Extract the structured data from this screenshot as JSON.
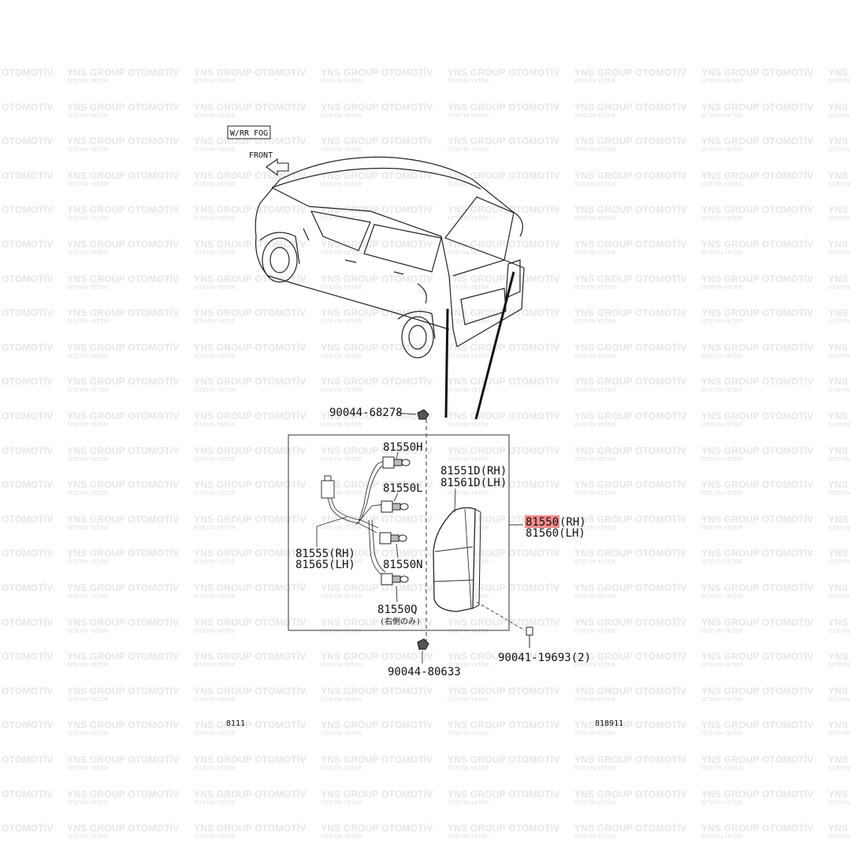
{
  "watermark": {
    "brand": "YNS GROUP OTOMOTİV",
    "tagline": "İSTEYİN YETER"
  },
  "diagram": {
    "option_box_label": "W/RR FOG",
    "front_label": "FRONT",
    "highlight_color": "#f28b8b",
    "footer_left": "8111",
    "footer_right": "818911",
    "callouts": {
      "p_90044_68278": "90044-68278",
      "p_81550H": "81550H",
      "p_81550L": "81550L",
      "p_81555_rh": "81555(RH)",
      "p_81565_lh": "81565(LH)",
      "p_81550N": "81550N",
      "p_81550Q": "81550Q",
      "p_81550Q_note": "(右側のみ)",
      "p_81551D_rh": "81551D(RH)",
      "p_81561D_lh": "81561D(LH)",
      "p_81550_main": "81550",
      "p_81550_rh_suffix": "(RH)",
      "p_81560_lh": "81560(LH)",
      "p_90041_19693": "90041-19693(2)",
      "p_90044_80633": "90044-80633"
    }
  }
}
